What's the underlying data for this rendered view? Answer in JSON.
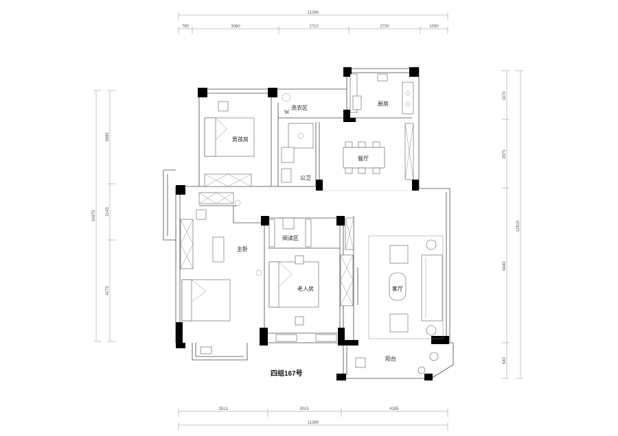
{
  "caption": "四组167号",
  "rooms": {
    "boys_room": "男孩房",
    "laundry": "洗衣区",
    "kitchen": "厨房",
    "dining": "餐厅",
    "public_bath": "公卫",
    "master": "主卧",
    "reading": "阅读区",
    "elder_room": "老人房",
    "living": "客厅",
    "balcony": "阳台"
  },
  "dims": {
    "top_total": "11380",
    "top_segments": [
      "780",
      "3060",
      "2710",
      "2730",
      "1090"
    ],
    "bottom_segments": [
      "3513",
      "3015",
      "4285"
    ],
    "bottom_total": "11380",
    "left_segments": [
      "3985",
      "2143",
      "4275"
    ],
    "left_total": "10875",
    "right_segments": [
      "1970",
      "2875",
      "6440",
      "540"
    ],
    "right_total": "12815"
  },
  "marks": {
    "w_label": "W"
  }
}
